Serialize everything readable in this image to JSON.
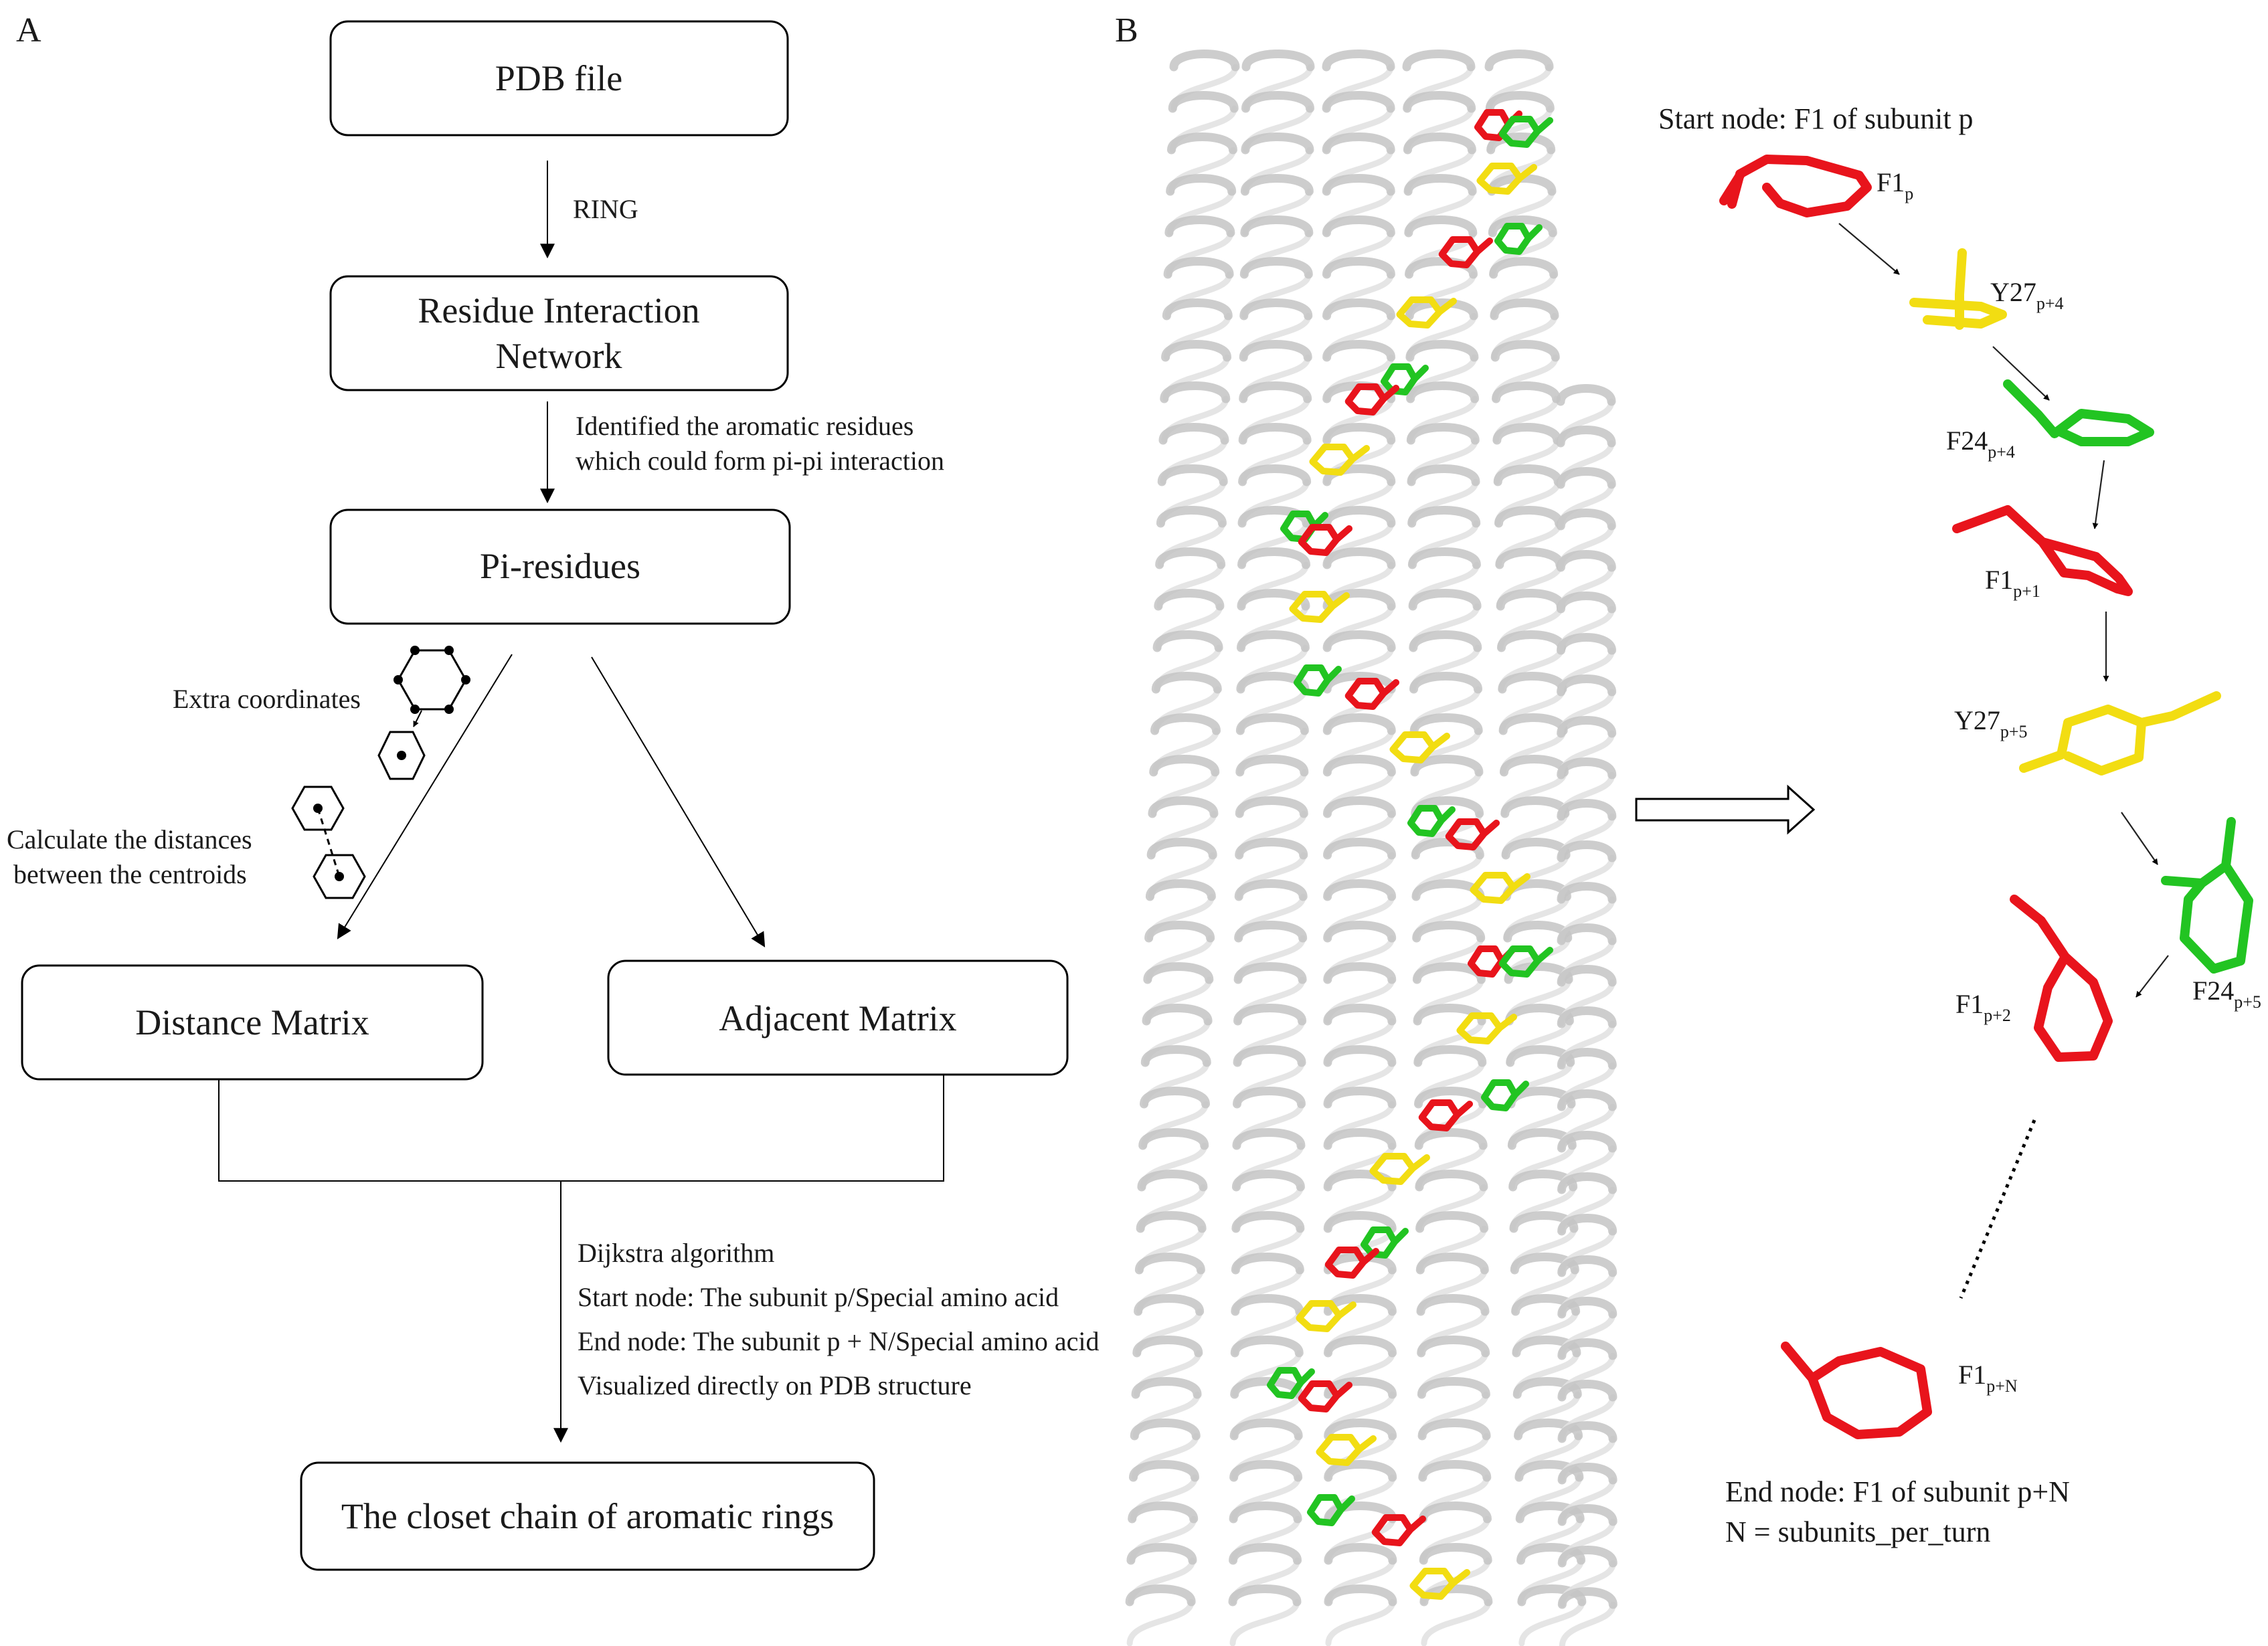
{
  "panel_a": {
    "label": "A",
    "pdb_file": "PDB file",
    "ring": "RING",
    "rin_line1": "Residue Interaction",
    "rin_line2": "Network",
    "identified_line1": "Identified the aromatic residues",
    "identified_line2": "which could form pi-pi interaction",
    "pi_residues": "Pi-residues",
    "extra_coordinates": "Extra coordinates",
    "calc_line1": "Calculate the distances",
    "calc_line2": "between the centroids",
    "distance_matrix": "Distance Matrix",
    "adjacent_matrix": "Adjacent Matrix",
    "dijkstra_lines": [
      "Dijkstra algorithm",
      "Start node: The subunit p/Special amino acid",
      "End node: The subunit p + N/Special amino acid",
      "Visualized directly on PDB structure"
    ],
    "result": "The closet chain of aromatic rings"
  },
  "panel_b": {
    "label": "B",
    "start_node": "Start node: F1 of subunit p",
    "residues": [
      {
        "base": "F1",
        "sub": "p"
      },
      {
        "base": "Y27",
        "sub": "p+4"
      },
      {
        "base": "F24",
        "sub": "p+4"
      },
      {
        "base": "F1",
        "sub": "p+1"
      },
      {
        "base": "Y27",
        "sub": "p+5"
      },
      {
        "base": "F1",
        "sub": "p+2"
      },
      {
        "base": "F24",
        "sub": "p+5"
      },
      {
        "base": "F1",
        "sub": "p+N"
      }
    ],
    "end_node_line1": "End node: F1 of subunit p+N",
    "end_node_line2": "N = subunits_per_turn"
  },
  "colors": {
    "red": "#e8141c",
    "yellow": "#f2dd12",
    "green": "#22c422",
    "helix_gray": "#c4c4c4"
  }
}
